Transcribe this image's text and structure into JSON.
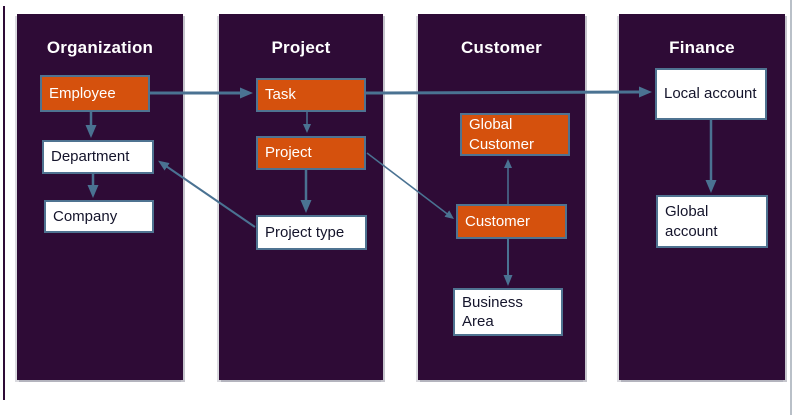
{
  "diagram": {
    "columns": [
      {
        "title": "Organization",
        "nodes": [
          {
            "label": "Employee",
            "type": "highlight"
          },
          {
            "label": "Department",
            "type": "plain"
          },
          {
            "label": "Company",
            "type": "plain"
          }
        ]
      },
      {
        "title": "Project",
        "nodes": [
          {
            "label": "Task",
            "type": "highlight"
          },
          {
            "label": "Project",
            "type": "highlight"
          },
          {
            "label": "Project type",
            "type": "plain"
          }
        ]
      },
      {
        "title": "Customer",
        "nodes": [
          {
            "label": "Global Customer",
            "type": "highlight"
          },
          {
            "label": "Customer",
            "type": "highlight"
          },
          {
            "label": "Business Area",
            "type": "plain"
          }
        ]
      },
      {
        "title": "Finance",
        "nodes": [
          {
            "label": "Local account",
            "type": "plain"
          },
          {
            "label": "Global account",
            "type": "plain"
          }
        ]
      }
    ],
    "edges": [
      {
        "from": "Employee",
        "to": "Task"
      },
      {
        "from": "Task",
        "to": "Local account"
      },
      {
        "from": "Employee",
        "to": "Department"
      },
      {
        "from": "Department",
        "to": "Company"
      },
      {
        "from": "Task",
        "to": "Project"
      },
      {
        "from": "Project",
        "to": "Project type"
      },
      {
        "from": "Project",
        "to": "Customer"
      },
      {
        "from": "Project type",
        "to": "Department"
      },
      {
        "from": "Customer",
        "to": "Global Customer"
      },
      {
        "from": "Customer",
        "to": "Business Area"
      },
      {
        "from": "Local account",
        "to": "Global account"
      }
    ],
    "colors": {
      "panel_background": "#2e0b36",
      "highlight_node": "#d5510d",
      "plain_node": "#ffffff",
      "node_border": "#4f7391",
      "arrow": "#4a7292",
      "title_text": "#ffffff",
      "plain_node_text": "#14142b"
    }
  }
}
